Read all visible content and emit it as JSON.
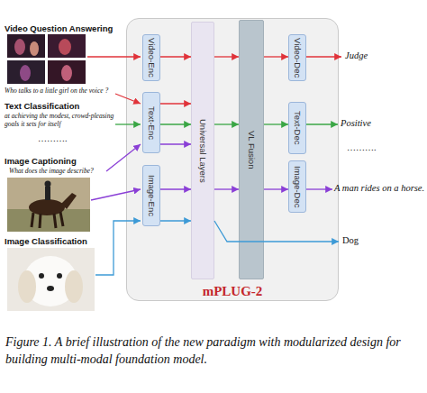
{
  "diagram": {
    "caption": "Figure 1. A brief illustration of the new paradigm with modularized design for building multi-modal foundation model.",
    "nodes": [
      {
        "text": [
          "mPLUG-2"
        ]
      },
      {
        "text": [
          "Video-Enc"
        ],
        "in": 0
      },
      {
        "text": [
          "Text-Enc"
        ],
        "in": 0
      },
      {
        "text": [
          "Image-Enc"
        ],
        "in": 0
      },
      {
        "text": [
          "Universal Layers"
        ],
        "in": 0
      },
      {
        "text": [
          "VL Fusion"
        ],
        "in": 0
      },
      {
        "text": [
          "Video-Dec"
        ],
        "in": 0
      },
      {
        "text": [
          "Text-Dec"
        ],
        "in": 0
      },
      {
        "text": [
          "Image-Dec"
        ],
        "in": 0
      }
    ],
    "edges": [
      {
        "from": 1,
        "to": 4,
        "arrow": "to"
      },
      {
        "from": 2,
        "to": 4,
        "arrow": "to"
      },
      {
        "from": 2,
        "to": 4,
        "arrow": "to"
      },
      {
        "from": 2,
        "to": 4,
        "arrow": "to"
      },
      {
        "from": 3,
        "to": 4,
        "arrow": "to"
      },
      {
        "from": 3,
        "to": 4,
        "arrow": "to"
      },
      {
        "from": 4,
        "to": 5,
        "arrow": "to"
      },
      {
        "from": 4,
        "to": 5,
        "arrow": "to"
      },
      {
        "from": 4,
        "to": 5,
        "arrow": "to"
      },
      {
        "from": 5,
        "to": 6,
        "arrow": "to"
      },
      {
        "from": 5,
        "to": 7,
        "arrow": "to"
      },
      {
        "from": 5,
        "to": 8,
        "arrow": "to"
      }
    ],
    "labels": [
      "Video Question Answering",
      "Who talks to a little girl on the voice ?",
      "Text Classification",
      "at achieving the modest, crowd-pleasing goals it sets for itself",
      "……….",
      "Image Captioning",
      "What does the image describe?",
      "Image Classification",
      "Judge",
      "Positive",
      "……….",
      "A man rides on a horse.",
      "Dog"
    ]
  }
}
